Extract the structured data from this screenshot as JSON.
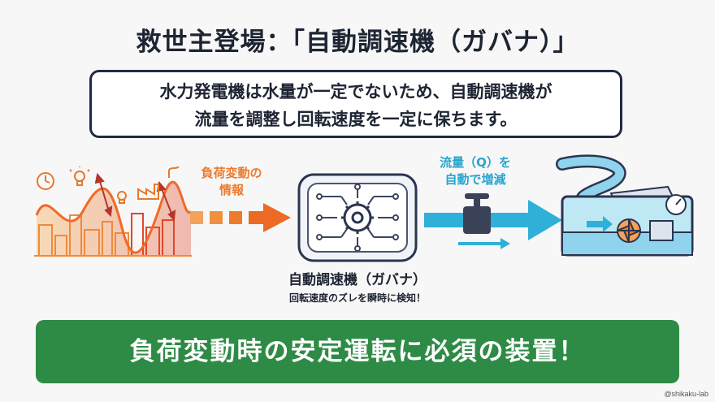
{
  "title": "救世主登場：「自動調速機（ガバナ）」",
  "summary": {
    "line1": "水力発電機は水量が一定でないため、自動調速機が",
    "line2": "流量を調整し回転速度を一定に保ちます。"
  },
  "load_info": {
    "line1": "負荷変動の",
    "line2": "情報"
  },
  "flow_info": {
    "line1": "流量（Q）を",
    "line2": "自動で増減"
  },
  "governor": {
    "name": "自動調速機（ガバナ）",
    "description": "回転速度のズレを瞬時に検知！"
  },
  "banner": "負荷変動時の安定運転に必須の装置！",
  "credit": "@shikaku-lab",
  "colors": {
    "navy": "#1f2a48",
    "orange": "#ee7a2c",
    "red_orange": "#e2462a",
    "cyan": "#28a5cf",
    "green": "#2e8b45"
  },
  "icons": [
    "clock-icon",
    "lightbulb-icon",
    "factory-icon",
    "city-skyline-icon",
    "circuit-board-icon",
    "gear-icon",
    "valve-icon",
    "river-icon",
    "dam-icon",
    "turbine-icon",
    "gauge-icon"
  ]
}
